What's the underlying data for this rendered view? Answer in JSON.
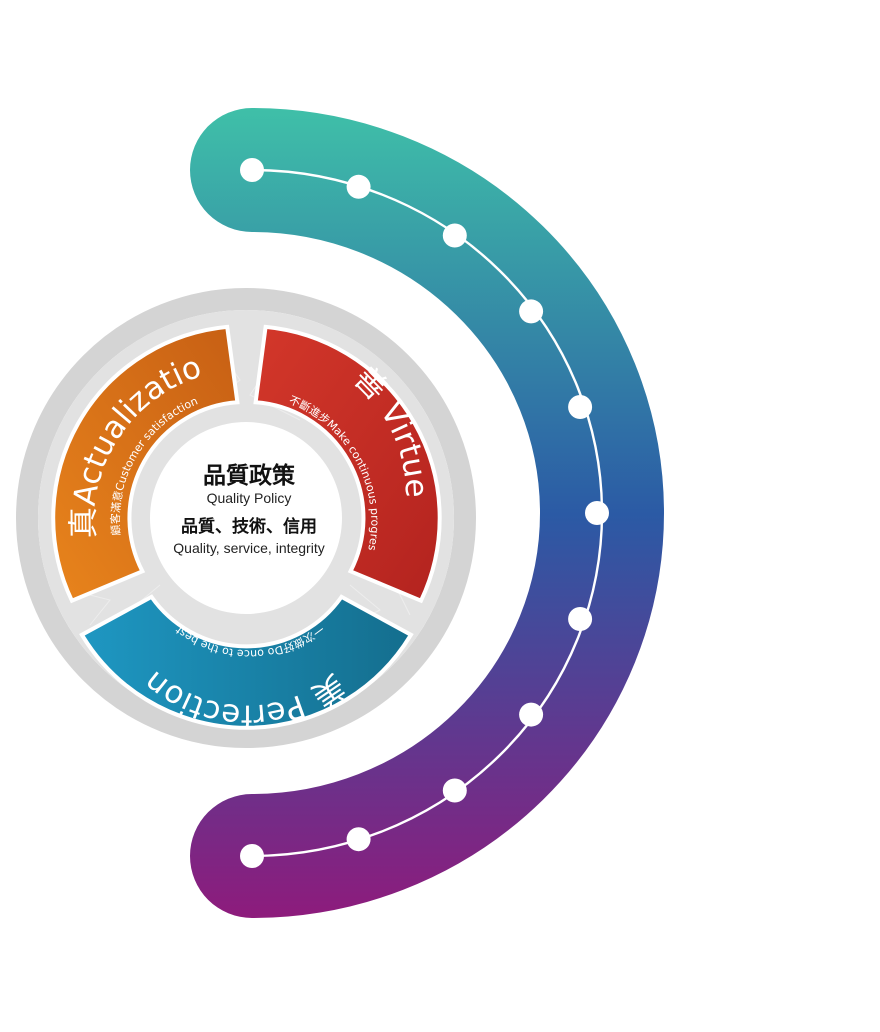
{
  "colors": {
    "arc_top": "#3fbfa8",
    "arc_mid": "#2b5aa5",
    "arc_bottom": "#8e1b7c",
    "actualization_a": "#e8841c",
    "actualization_b": "#c75f14",
    "virtue_a": "#d3372a",
    "virtue_b": "#b3231f",
    "perfection_a": "#1e97c2",
    "perfection_b": "#146e8e",
    "ring": "#d4d4d4"
  },
  "center": {
    "title": "品質政策",
    "subtitle": "Quality Policy",
    "values": "品質、技術、信用",
    "values_en": "Quality, service, integrity"
  },
  "segments": {
    "actualization": {
      "title": "真Actualization",
      "subtitle": "顧客滿意Customer satisfaction"
    },
    "virtue": {
      "title": "善 Virtue",
      "subtitle": "不斷進步Make continuous progress"
    },
    "perfection": {
      "title": "美 Perfection",
      "subtitle": "一次做好Do once to the best"
    }
  },
  "timeline": {
    "dot_count": 11
  }
}
